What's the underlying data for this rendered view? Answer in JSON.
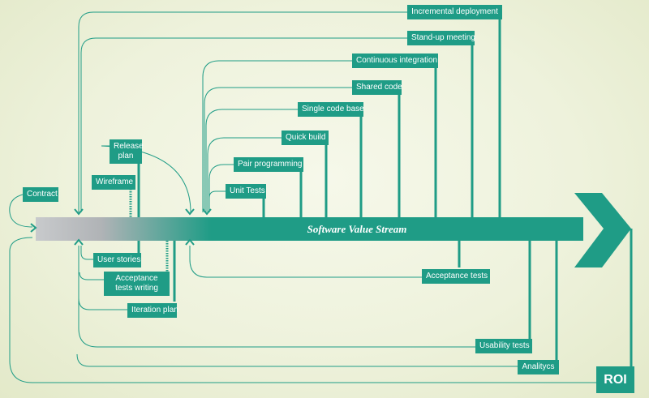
{
  "stream": {
    "title": "Software Value Stream"
  },
  "practices_above": [
    "Incremental deployment",
    "Stand-up meeting",
    "Continuous integration",
    "Shared code",
    "Single code base",
    "Quick build",
    "Pair programming",
    "Unit Tests"
  ],
  "planning": {
    "contract": "Contract",
    "release_plan": "Release plan",
    "wireframe": "Wireframe",
    "user_stories": "User stories",
    "acceptance_tests_writing": "Acceptance tests writing",
    "iteration_plan": "Iteration plan"
  },
  "practices_below": {
    "acceptance_tests": "Acceptance tests",
    "usability_tests": "Usability tests",
    "analytics": "Analitycs"
  },
  "outcome": {
    "roi": "ROI"
  },
  "colors": {
    "teal": "#1f9c86",
    "background": "#eef2dc",
    "gray": "#b3b6b9"
  }
}
